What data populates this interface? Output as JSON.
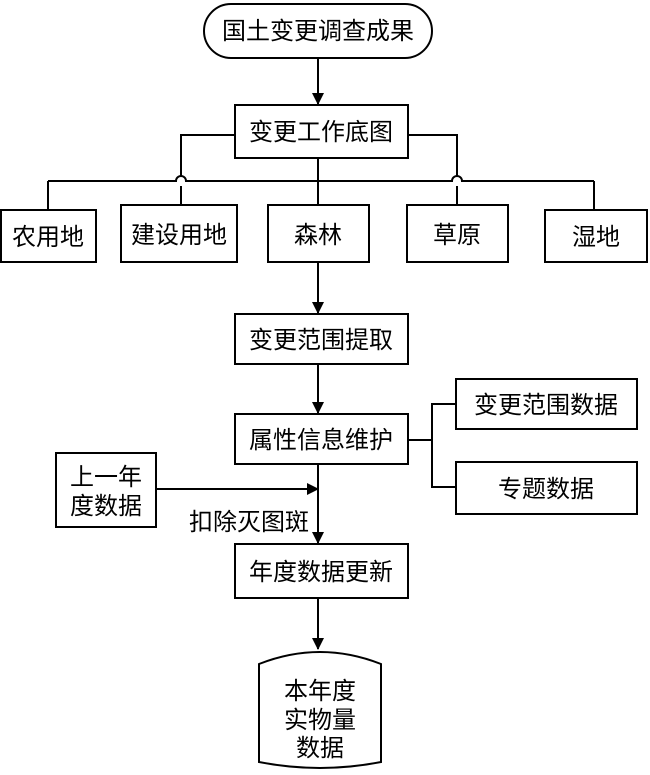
{
  "nodes": {
    "start": "国土变更调查成果",
    "base_map": "变更工作底图",
    "farmland": "农用地",
    "construction_land": "建设用地",
    "forest": "森林",
    "grassland": "草原",
    "wetland": "湿地",
    "change_extraction": "变更范围提取",
    "attribute_maintenance": "属性信息维护",
    "change_range_data": "变更范围数据",
    "thematic_data": "专题数据",
    "previous_year_line1": "上一年",
    "previous_year_line2": "度数据",
    "data_update": "年度数据更新",
    "output_line1": "本年度",
    "output_line2": "实物量",
    "output_line3": "数据"
  },
  "edge_labels": {
    "deduct_fire_spots": "扣除灭图斑"
  }
}
